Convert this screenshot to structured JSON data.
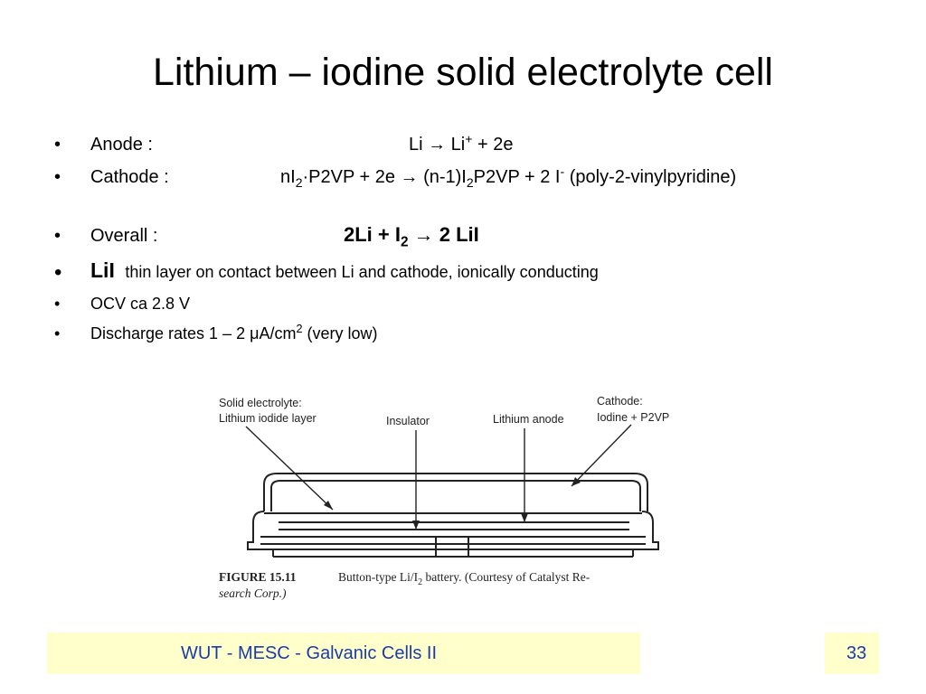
{
  "title": "Lithium – iodine solid electrolyte cell",
  "bullet_char": "•",
  "bullets": {
    "anode_label": "Anode :",
    "anode_eq": [
      "Li → Li",
      "+",
      " + 2e"
    ],
    "cathode_label": "Cathode :",
    "cathode_eq": [
      "nI",
      "2",
      "·P2VP + 2e → (n-1)I",
      "2",
      "P2VP + 2 I",
      "-",
      " (poly-2-vinylpyridine)"
    ],
    "overall_label": "Overall :",
    "overall_eq": [
      "2Li + I",
      "2",
      " → 2 LiI"
    ],
    "lii_term": "LiI",
    "lii_text": "thin layer on contact between Li and cathode, ionically conducting",
    "ocv": "OCV ca 2.8 V",
    "discharge": [
      "Discharge rates 1 – 2 μA/cm",
      "2",
      " (very low)"
    ]
  },
  "figure": {
    "label_solid_electrolyte": "Solid electrolyte:",
    "label_lithium_iodide": "Lithium iodide layer",
    "label_insulator": "Insulator",
    "label_lithium_anode": "Lithium anode",
    "label_cathode": "Cathode:",
    "label_iodine": "Iodine + P2VP",
    "caption_number": "FIGURE 15.11",
    "caption_text": "Button-type Li/I",
    "caption_sub": "2",
    "caption_rest": " battery. (Courtesy of Catalyst Re-",
    "caption_line2": "search Corp.)"
  },
  "footer": {
    "text": "WUT - MESC - Galvanic Cells II",
    "page": "33",
    "bg": "#ffffcc",
    "text_color": "#1a3ca8"
  }
}
